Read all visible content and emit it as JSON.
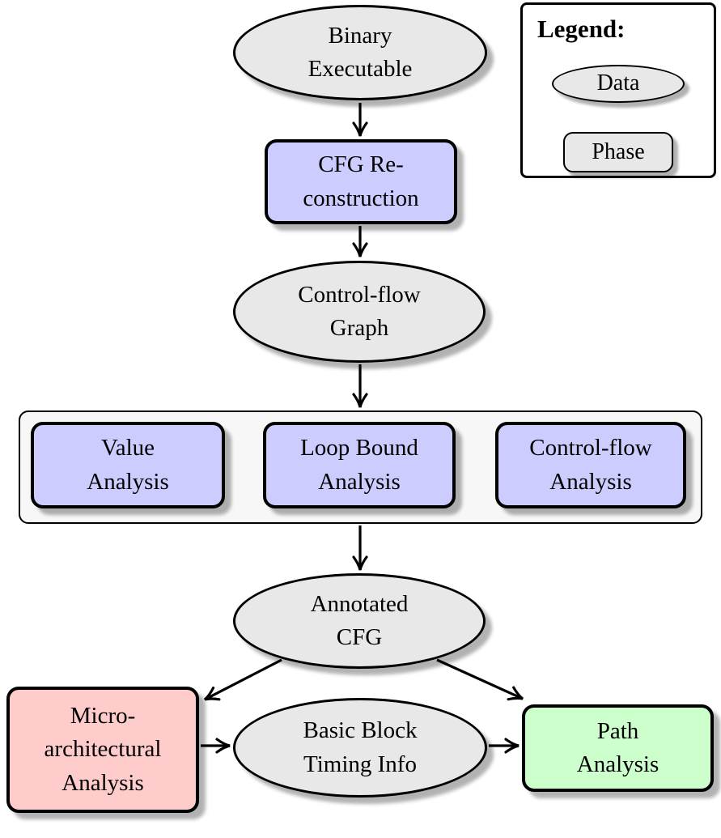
{
  "colors": {
    "data_fill": "#e8e8e8",
    "phase_fill": "#ccccff",
    "micro_fill": "#ffcccc",
    "path_fill": "#ccffcc",
    "group_fill": "#f7f7f7",
    "edge_color": "#000000"
  },
  "nodes": {
    "binary_executable": {
      "kind": "data",
      "lines": [
        "Binary",
        "Executable"
      ]
    },
    "cfg_reconstruction": {
      "kind": "phase",
      "lines": [
        "CFG Re-",
        "construction"
      ]
    },
    "control_flow_graph": {
      "kind": "data",
      "lines": [
        "Control-flow",
        "Graph"
      ]
    },
    "value_analysis": {
      "kind": "phase",
      "lines": [
        "Value",
        "Analysis"
      ]
    },
    "loop_bound_analysis": {
      "kind": "phase",
      "lines": [
        "Loop Bound",
        "Analysis"
      ]
    },
    "control_flow_analysis": {
      "kind": "phase",
      "lines": [
        "Control-flow",
        "Analysis"
      ]
    },
    "annotated_cfg": {
      "kind": "data",
      "lines": [
        "Annotated",
        "CFG"
      ]
    },
    "micro_architectural_analysis": {
      "kind": "phase",
      "lines": [
        "Micro-",
        "architectural",
        "Analysis"
      ]
    },
    "basic_block_timing_info": {
      "kind": "data",
      "lines": [
        "Basic Block",
        "Timing Info"
      ]
    },
    "path_analysis": {
      "kind": "phase",
      "lines": [
        "Path",
        "Analysis"
      ]
    }
  },
  "legend": {
    "title": "Legend:",
    "data_label": "Data",
    "phase_label": "Phase"
  }
}
